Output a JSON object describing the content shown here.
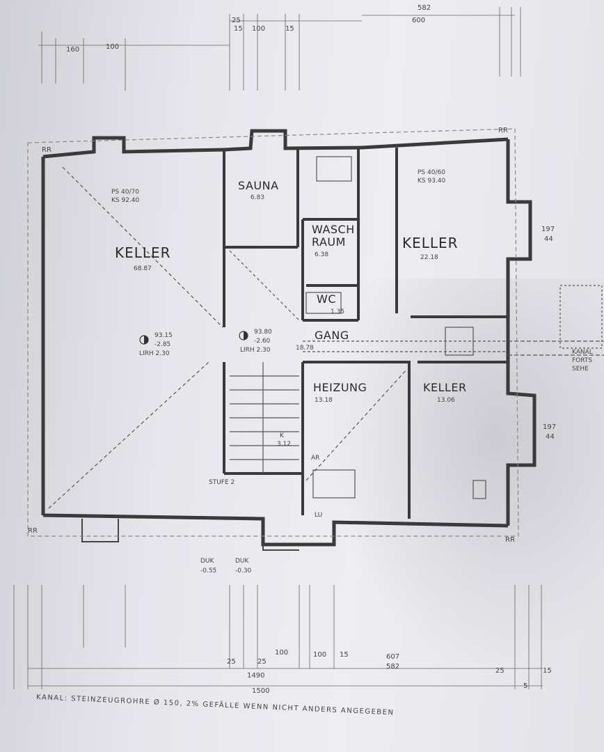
{
  "rooms": {
    "keller_main": {
      "name": "KELLER",
      "area": "68.87",
      "ps": "PS 40/70",
      "ks": "KS 92.40"
    },
    "sauna": {
      "name": "SAUNA",
      "area": "6.83"
    },
    "waschraum_line1": "WASCH",
    "waschraum_line2": "RAUM",
    "waschraum_area": "6.38",
    "wc": {
      "name": "WC",
      "area": "1.35"
    },
    "keller_right": {
      "name": "KELLER",
      "area": "22.18",
      "ps": "PS 40/60",
      "ks": "KS 93.40"
    },
    "gang": {
      "name": "GANG",
      "area": "18.78"
    },
    "heizung": {
      "name": "HEIZUNG",
      "area": "13.18"
    },
    "keller_small": {
      "name": "KELLER",
      "area": "13.06"
    }
  },
  "levels": {
    "left": {
      "elev": "93.15",
      "depth": "-2.85",
      "lirh": "LIRH 2.30"
    },
    "center": {
      "elev": "93.80",
      "depth": "-2.60",
      "lirh": "LIRH 2.30"
    }
  },
  "labels": {
    "rr_top_right": "RR",
    "rr_top_left": "RR",
    "rr_bottom_left": "RR",
    "rr_bottom_right": "RR",
    "duk_left": "DUK",
    "duk_right": "DUK",
    "duk_left_val": "-0.55",
    "duk_right_val": "-0.30",
    "kanal_line1": "KANAL",
    "kanal_line2": "FORTS",
    "kanal_line3": "SEHE",
    "ar": "AR",
    "lu": "LU",
    "stufen": "STUFE 2",
    "stair_k": "K",
    "stair_height": "3.12",
    "dim_197_top": "197",
    "dim_44_top": "44",
    "dim_197_bottom": "197",
    "dim_44_bottom": "44"
  },
  "dimensions": {
    "bottom_total_1": "1490",
    "bottom_total_2": "1500",
    "bottom_25a": "25",
    "bottom_25b": "25",
    "bottom_100a": "100",
    "bottom_100b": "100",
    "bottom_15": "15",
    "bottom_25c": "25",
    "bottom_15b": "15",
    "bottom_5": "5",
    "bottom_582": "582",
    "bottom_607": "607",
    "top_15": "15",
    "top_100": "100",
    "top_25": "25",
    "top_582": "582",
    "top_600": "600",
    "top_160": "160",
    "top_100b": "100",
    "top_15b": "15"
  },
  "footer_note": "KANAL: STEINZEUGROHRE Ø 150, 2% GEFÄLLE WENN NICHT ANDERS ANGEGEBEN"
}
